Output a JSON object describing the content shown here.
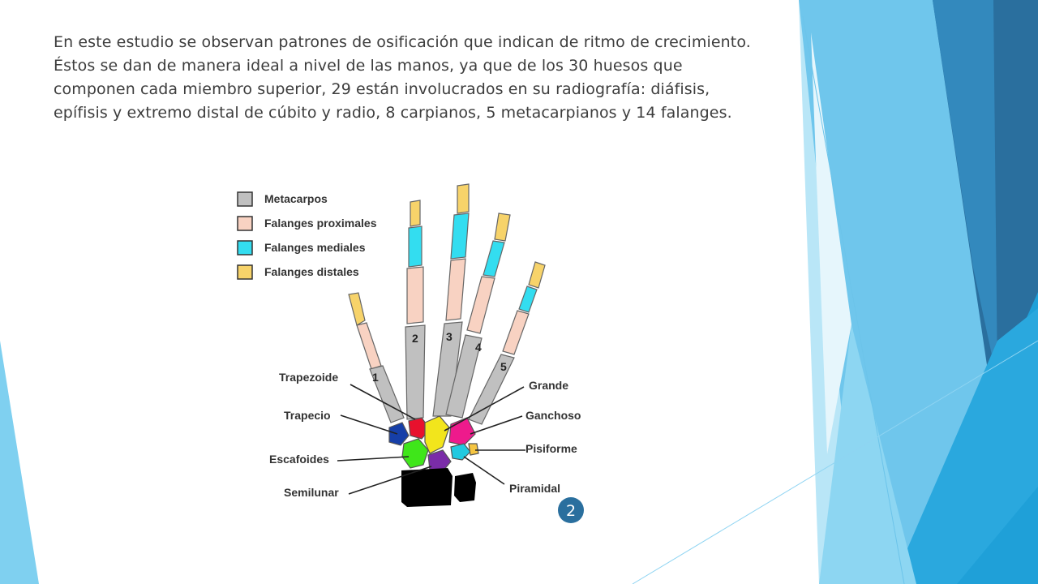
{
  "slide": {
    "paragraph": "En este estudio se observan patrones de osificación que indican de ritmo de crecimiento. Éstos se dan de manera ideal a nivel de las manos, ya que de los 30 huesos que componen cada miembro superior, 29 están involucrados en su radiografía: diáfisis, epífisis y extremo distal de cúbito y radio, 8 carpianos, 5 metacarpianos y 14 falanges.",
    "slide_number": "2"
  },
  "legend": [
    {
      "label": "Metacarpos",
      "color": "#c0c0c0"
    },
    {
      "label": "Falanges proximales",
      "color": "#f8d2c2"
    },
    {
      "label": "Falanges mediales",
      "color": "#33ddf0"
    },
    {
      "label": "Falanges distales",
      "color": "#f7d36a"
    }
  ],
  "finger_numbers": [
    "1",
    "2",
    "3",
    "4",
    "5"
  ],
  "bone_labels": {
    "trapezoide": "Trapezoide",
    "trapecio": "Trapecio",
    "escafoides": "Escafoides",
    "semilunar": "Semilunar",
    "grande": "Grande",
    "ganchoso": "Ganchoso",
    "pisiforme": "Pisiforme",
    "piramidal": "Piramidal"
  },
  "carpal_colors": {
    "trapecio": "#163fa8",
    "trapezoide": "#e8112d",
    "grande": "#f2e51c",
    "ganchoso": "#ee1a8c",
    "escafoides": "#3fe61a",
    "semilunar": "#7a2ca8",
    "piramidal": "#22c9e0",
    "pisiforme": "#f5c542"
  },
  "theme": {
    "accent_dark": "#2a6f9e",
    "accent_mid": "#3aa3dc",
    "accent_light": "#8fd4f2"
  }
}
